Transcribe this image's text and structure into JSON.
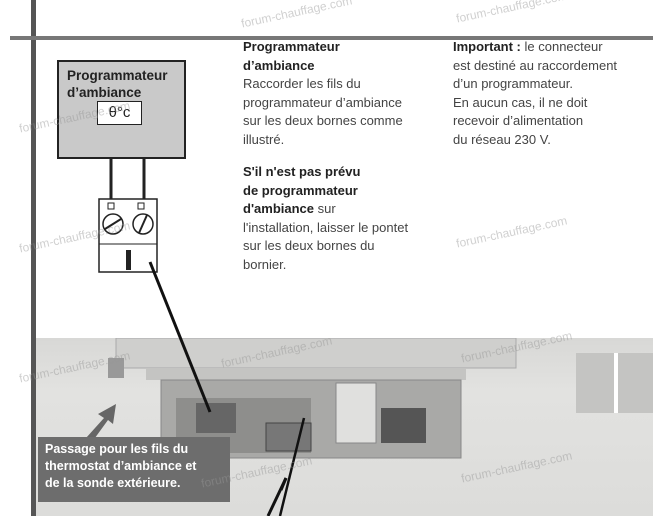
{
  "diagram": {
    "box_title_1": "Programmateur",
    "box_title_2": "d’ambiance",
    "display": "θ°c"
  },
  "column1": {
    "heading_1": "Programmateur",
    "heading_2": "d’ambiance",
    "lines": [
      "Raccorder les fils du",
      "programmateur d’ambiance",
      "sur les deux bornes comme",
      "illustré."
    ],
    "note_bold": [
      "S'il n'est pas prévu",
      "de programmateur",
      "d'ambiance"
    ],
    "note_rest_first": " sur",
    "note_lines": [
      "l'installation, laisser le pontet",
      "sur les deux bornes du",
      "bornier."
    ]
  },
  "column2": {
    "bold": "Important :",
    "first_rest": " le connecteur",
    "lines": [
      "est destiné au raccordement",
      "d’un programmateur.",
      "En aucun cas, il ne doit",
      "recevoir d’alimentation",
      "du réseau 230 V."
    ]
  },
  "caption": {
    "lines": [
      "Passage pour les fils du",
      "thermostat d’ambiance et",
      "de la sonde extérieure."
    ]
  },
  "watermark": "forum-chauffage.com"
}
